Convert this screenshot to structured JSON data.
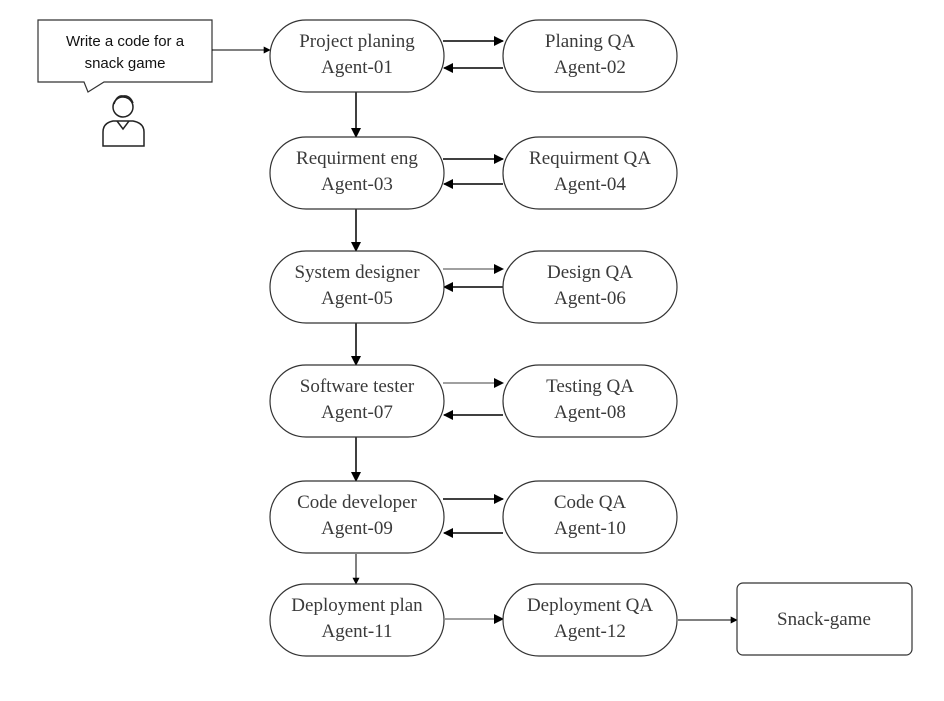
{
  "prompt": {
    "lines": [
      "Write a code for a",
      "snack game"
    ]
  },
  "user_icon": "person-icon",
  "agents": [
    {
      "role": "Project planing",
      "id": "Agent-01"
    },
    {
      "role": "Planing QA",
      "id": "Agent-02"
    },
    {
      "role": "Requirment eng",
      "id": "Agent-03"
    },
    {
      "role": "Requirment QA",
      "id": "Agent-04"
    },
    {
      "role": "System designer",
      "id": "Agent-05"
    },
    {
      "role": "Design QA",
      "id": "Agent-06"
    },
    {
      "role": "Software tester",
      "id": "Agent-07"
    },
    {
      "role": "Testing QA",
      "id": "Agent-08"
    },
    {
      "role": "Code developer",
      "id": "Agent-09"
    },
    {
      "role": "Code QA",
      "id": "Agent-10"
    },
    {
      "role": "Deployment plan",
      "id": "Agent-11"
    },
    {
      "role": "Deployment QA",
      "id": "Agent-12"
    }
  ],
  "output": {
    "label": "Snack-game"
  },
  "colors": {
    "stroke": "#333333",
    "text": "#3a3a3a",
    "arrow": "#000000"
  }
}
